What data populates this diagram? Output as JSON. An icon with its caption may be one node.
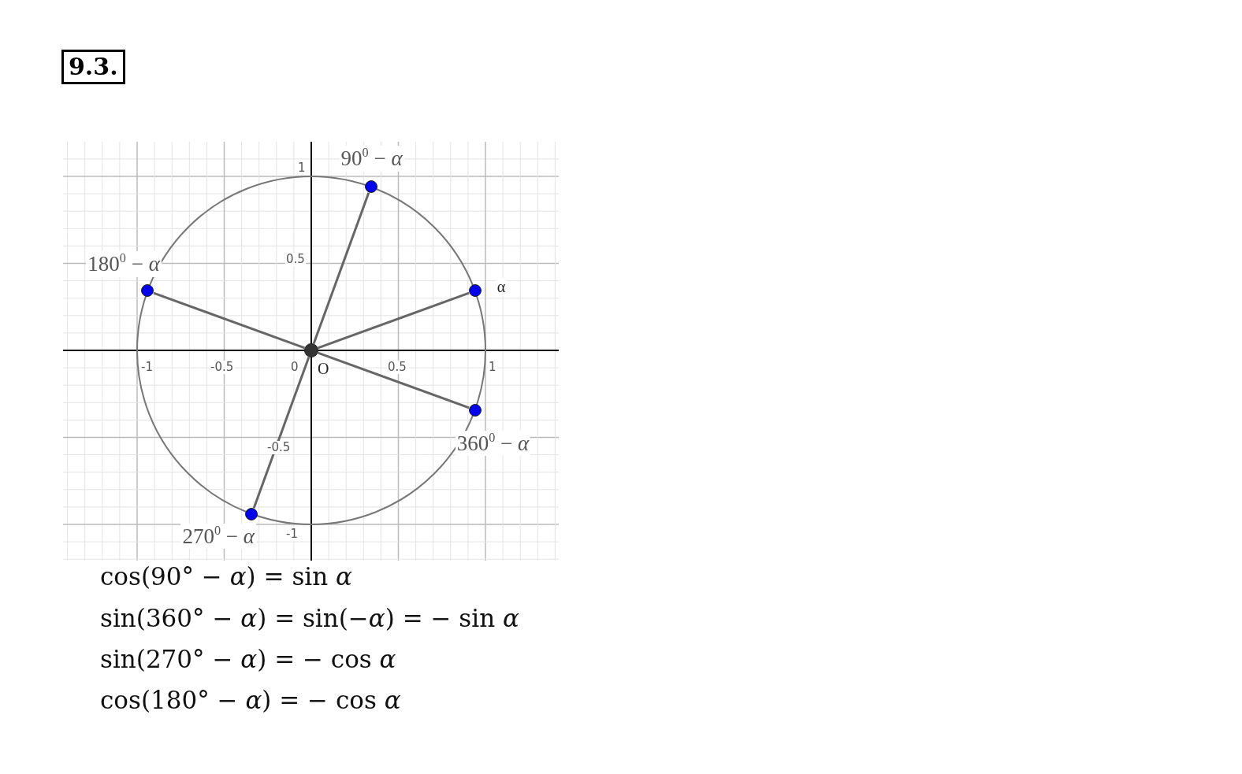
{
  "diagram": {
    "title": "9.3.",
    "nodes": [
      {
        "text": [],
        "shape": "circle",
        "beside": [
          "O"
        ]
      },
      {
        "text": [],
        "shape": "circle",
        "beside": [
          "α"
        ]
      },
      {
        "text": [],
        "shape": "circle",
        "beside": [
          "90$^{0}$ − *α*"
        ]
      },
      {
        "text": [],
        "shape": "circle",
        "beside": [
          "180$^{0}$ − *α*"
        ]
      },
      {
        "text": [],
        "shape": "circle",
        "beside": [
          "270$^{0}$ − *α*"
        ]
      },
      {
        "text": [],
        "shape": "circle",
        "beside": [
          "360$^{0}$ − *α*"
        ]
      }
    ],
    "edges": [
      {
        "from": 0,
        "to": 1,
        "arrow": "none"
      },
      {
        "from": 0,
        "to": 2,
        "arrow": "none"
      },
      {
        "from": 0,
        "to": 3,
        "arrow": "none"
      },
      {
        "from": 0,
        "to": 4,
        "arrow": "none"
      },
      {
        "from": 0,
        "to": 5,
        "arrow": "none"
      }
    ],
    "labels": [
      "1",
      "0.5",
      "-1",
      "-0.5",
      "0",
      "0.5",
      "1",
      "-0.5",
      "-1",
      "cos(90° − *α*) = sin *α*",
      "sin(360° − *α*) = sin(−*α*) = − sin *α*",
      "sin(270° − *α*) = − cos *α*",
      "cos(180° − *α*) = − cos *α*"
    ]
  }
}
